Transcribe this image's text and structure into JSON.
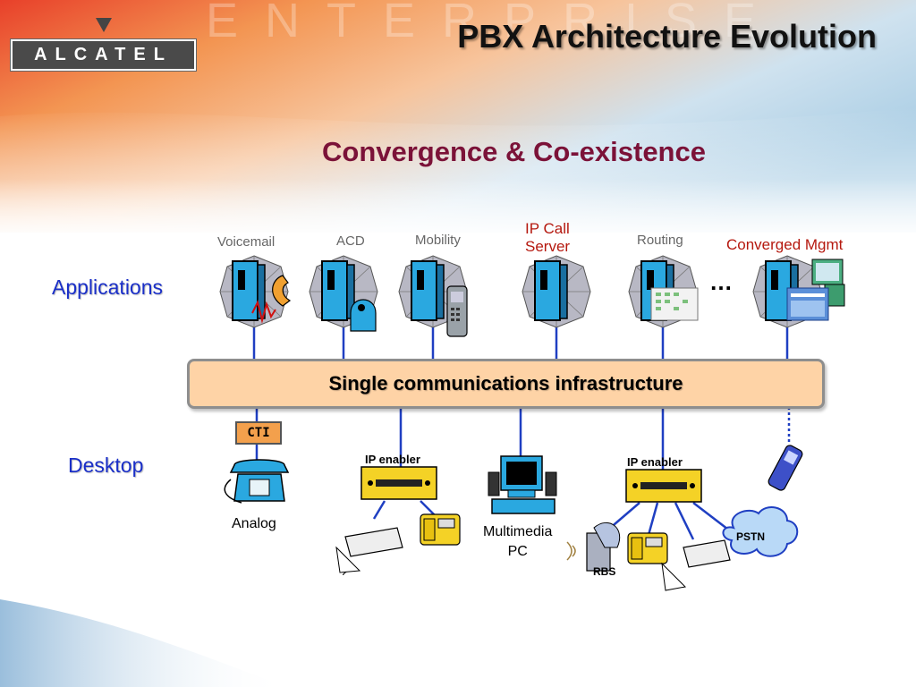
{
  "brand": {
    "logo_text": "ALCATEL",
    "watermark": "ENTERPRISE"
  },
  "title": "PBX Architecture Evolution",
  "subtitle": "Convergence & Co-existence",
  "rows": {
    "applications": "Applications",
    "desktop": "Desktop"
  },
  "applications": [
    {
      "label": "Voicemail"
    },
    {
      "label": "ACD"
    },
    {
      "label": "Mobility"
    },
    {
      "label_line1": "IP Call",
      "label_line2": "Server"
    },
    {
      "label": "Routing"
    },
    {
      "label": "Converged Mgmt"
    }
  ],
  "more": "…",
  "infrastructure": "Single communications infrastructure",
  "desktop": {
    "cti": "CTI",
    "analog": "Analog",
    "ip_enabler_1": "IP enabler",
    "multimedia_line1": "Multimedia",
    "multimedia_line2": "PC",
    "ip_enabler_2": "IP enabler",
    "pstn": "PSTN",
    "rbs": "RBS"
  },
  "colors": {
    "title_red": "#7b1238",
    "row_blue": "#1a2fc8",
    "infra_fill": "#fed3a6",
    "cti_fill": "#f3a04c",
    "link_blue": "#1f3fc2"
  }
}
